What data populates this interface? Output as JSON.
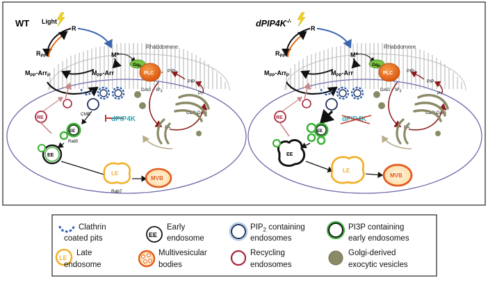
{
  "panels": {
    "wt": {
      "title": "WT",
      "light": "Light",
      "r": "R",
      "rpp": "R",
      "rpp_sub": "PP",
      "mstar": "M*",
      "mpp_arrp": "M",
      "mpp_arrp_sub": "PP",
      "mpp_arrp_tail": "-Arr",
      "mpp_arrp_tail_sub": "P",
      "mpp_arr": "M",
      "mpp_arr_sub": "PP",
      "mpp_arr_tail": "-Arr",
      "rhabdomere": "Rhabdomere",
      "gq": "Gq",
      "gq_sub": "α",
      "plc": "PLC",
      "pip2": "PIP",
      "pip2_sub": "2",
      "pip": "PIP",
      "pi": "PI",
      "dag": "DAG + IP",
      "dag_sub": "3",
      "cdp": "CDP-DAG",
      "pa": "PA",
      "cme": "CME",
      "dpip4k": "dPIP4K",
      "re": "RE",
      "ee": "EE",
      "rab5": "Rab5",
      "le": "LE",
      "rab7": "Rab7",
      "mvb": "MVB"
    },
    "mutant": {
      "title": "dPIP4K",
      "title_sup": "-/-",
      "light": "",
      "r": "R",
      "rpp": "R",
      "rpp_sub": "PP",
      "mstar": "M*",
      "mpp_arrp": "M",
      "mpp_arrp_sub": "PP",
      "mpp_arrp_tail": "-Arr",
      "mpp_arrp_tail_sub": "P",
      "mpp_arr": "M",
      "mpp_arr_sub": "PP",
      "mpp_arr_tail": "-Arr",
      "rhabdomere": "Rhabdomere",
      "gq": "Gq",
      "gq_sub": "α",
      "plc": "PLC",
      "pip2": "PIP",
      "pip2_sub": "2",
      "pip": "PIP",
      "pi": "PI",
      "dag": "DAG + IP",
      "dag_sub": "3",
      "cdp": "CDP-DAG",
      "pa": "PA",
      "dpip4k": "dPIP4K",
      "re": "RE",
      "ee": "EE",
      "le": "LE",
      "mvb": "MVB"
    }
  },
  "legend": {
    "items": [
      {
        "line1": "Clathrin",
        "line2": "coated pits"
      },
      {
        "symbol": "EE",
        "line1": "Early",
        "line2": "endosome"
      },
      {
        "line1": "PIP",
        "line1_sub": "2",
        "line1_tail": " containing",
        "line2": "endosomes"
      },
      {
        "line1": "PI3P containing",
        "line2": "early endosomes"
      },
      {
        "symbol": "LE",
        "line1": "Late",
        "line2": "endosome"
      },
      {
        "line1": "Multivesicular",
        "line2": "bodies"
      },
      {
        "line1": "Recycling",
        "line2": "endosomes"
      },
      {
        "line1": "Golgi-derived",
        "line2": "exocytic vesicles"
      }
    ]
  },
  "colors": {
    "cell_outline": "#6c6aa8",
    "rhabdomere_lines": "#b8b8b8",
    "blue_cycle": "#3b67b0",
    "clathrin": "#2f5fb3",
    "plc": "#e8650f",
    "gq": "#7cc242",
    "dark_red": "#8b1a1a",
    "recycling": "#a8243a",
    "pi3p": "#3db33a",
    "late_endosome": "#f2b02a",
    "mvb": "#e25a1c",
    "golgi": "#8a8a66",
    "dpip4k_text": "#2aa7b8"
  }
}
